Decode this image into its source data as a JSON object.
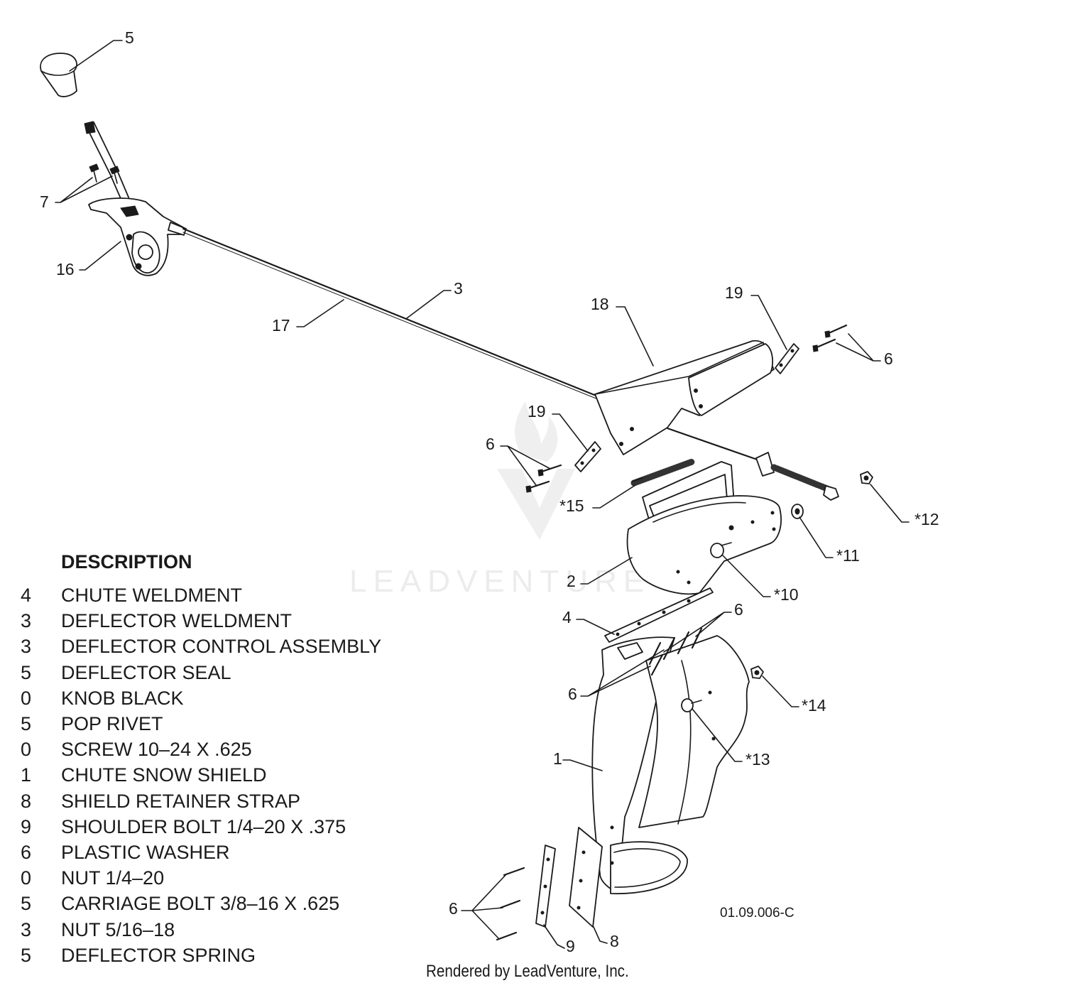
{
  "diagram": {
    "callouts": [
      {
        "id": "c5",
        "label": "5"
      },
      {
        "id": "c7",
        "label": "7"
      },
      {
        "id": "c16",
        "label": "16"
      },
      {
        "id": "c17",
        "label": "17"
      },
      {
        "id": "c3",
        "label": "3"
      },
      {
        "id": "c18",
        "label": "18"
      },
      {
        "id": "c19a",
        "label": "19"
      },
      {
        "id": "c6a",
        "label": "6"
      },
      {
        "id": "c19b",
        "label": "19"
      },
      {
        "id": "c6b",
        "label": "6"
      },
      {
        "id": "c15",
        "label": "*15"
      },
      {
        "id": "c12",
        "label": "*12"
      },
      {
        "id": "c11",
        "label": "*11"
      },
      {
        "id": "c2",
        "label": "2"
      },
      {
        "id": "c10",
        "label": "*10"
      },
      {
        "id": "c4",
        "label": "4"
      },
      {
        "id": "c6c",
        "label": "6"
      },
      {
        "id": "c6d",
        "label": "6"
      },
      {
        "id": "c14",
        "label": "*14"
      },
      {
        "id": "c13",
        "label": "*13"
      },
      {
        "id": "c1",
        "label": "1"
      },
      {
        "id": "c6e",
        "label": "6"
      },
      {
        "id": "c9",
        "label": "9"
      },
      {
        "id": "c8",
        "label": "8"
      }
    ],
    "drawing_code": "01.09.006-C",
    "watermark": "LEADVENTURE"
  },
  "legend": {
    "header": "DESCRIPTION",
    "rows": [
      {
        "qty": "4",
        "desc": "CHUTE WELDMENT"
      },
      {
        "qty": "3",
        "desc": "DEFLECTOR WELDMENT"
      },
      {
        "qty": "3",
        "desc": "DEFLECTOR CONTROL ASSEMBLY"
      },
      {
        "qty": "5",
        "desc": "DEFLECTOR SEAL"
      },
      {
        "qty": "0",
        "desc": "KNOB BLACK"
      },
      {
        "qty": "5",
        "desc": "POP RIVET"
      },
      {
        "qty": "0",
        "desc": "SCREW 10–24 X .625"
      },
      {
        "qty": "1",
        "desc": "CHUTE SNOW SHIELD"
      },
      {
        "qty": "8",
        "desc": "SHIELD RETAINER STRAP"
      },
      {
        "qty": "9",
        "desc": "SHOULDER BOLT 1/4–20 X .375"
      },
      {
        "qty": "6",
        "desc": "PLASTIC WASHER"
      },
      {
        "qty": "0",
        "desc": "NUT 1/4–20"
      },
      {
        "qty": "5",
        "desc": "CARRIAGE BOLT 3/8–16 X .625"
      },
      {
        "qty": "3",
        "desc": "NUT 5/16–18"
      },
      {
        "qty": "5",
        "desc": "DEFLECTOR SPRING"
      }
    ]
  },
  "credit": "Rendered by LeadVenture, Inc."
}
